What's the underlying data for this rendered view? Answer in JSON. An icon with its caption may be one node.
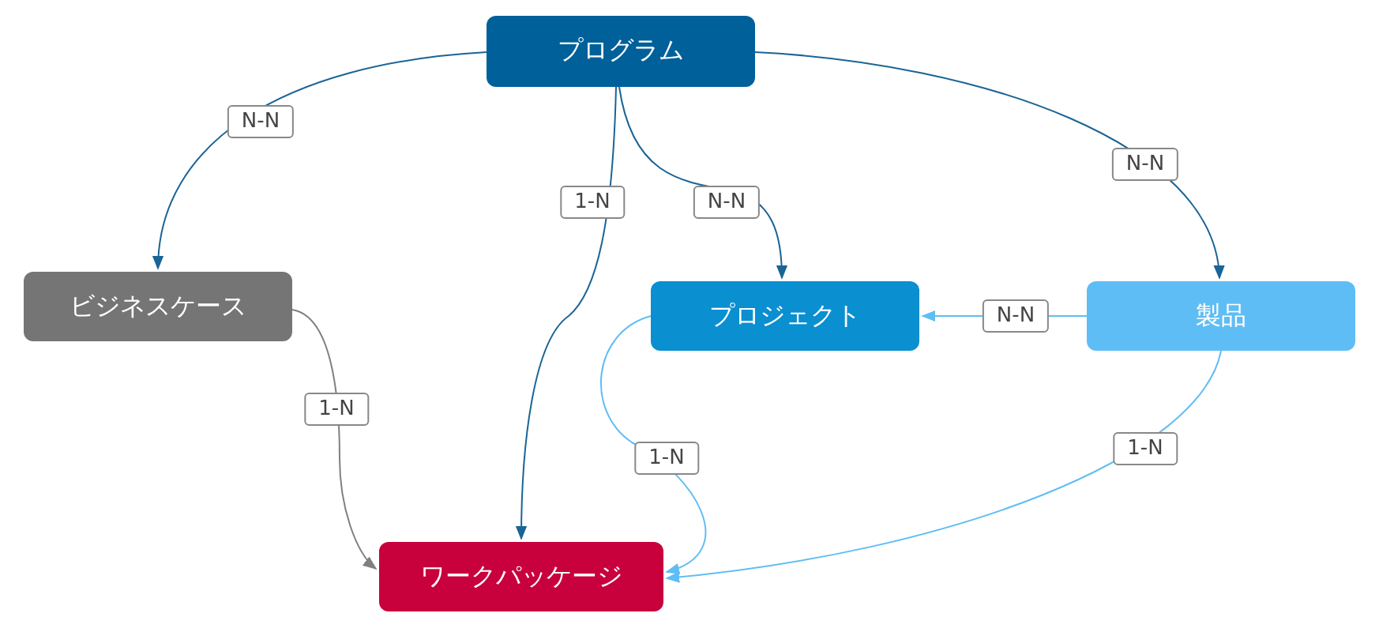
{
  "diagram": {
    "nodes": [
      {
        "text": [
          "プログラム"
        ]
      },
      {
        "text": [
          "ビジネスケース"
        ]
      },
      {
        "text": [
          "プロジェクト"
        ]
      },
      {
        "text": [
          "製品"
        ]
      },
      {
        "text": [
          "ワークパッケージ"
        ]
      }
    ],
    "edges": [
      {
        "from": 0,
        "to": 1,
        "arrow": "to",
        "label": "N-N"
      },
      {
        "from": 0,
        "to": 4,
        "arrow": "to",
        "label": "1-N"
      },
      {
        "from": 0,
        "to": 2,
        "arrow": "to",
        "label": "N-N"
      },
      {
        "from": 0,
        "to": 3,
        "arrow": "to",
        "label": "N-N"
      },
      {
        "from": 3,
        "to": 2,
        "arrow": "to",
        "label": "N-N",
        "color": "#5fbdf5"
      },
      {
        "from": 1,
        "to": 4,
        "arrow": "to",
        "label": "1-N",
        "color": "#808080"
      },
      {
        "from": 2,
        "to": 4,
        "arrow": "to",
        "label": "1-N",
        "color": "#5fbdf5"
      },
      {
        "from": 3,
        "to": 4,
        "arrow": "to",
        "label": "1-N",
        "color": "#5fbdf5"
      }
    ]
  }
}
